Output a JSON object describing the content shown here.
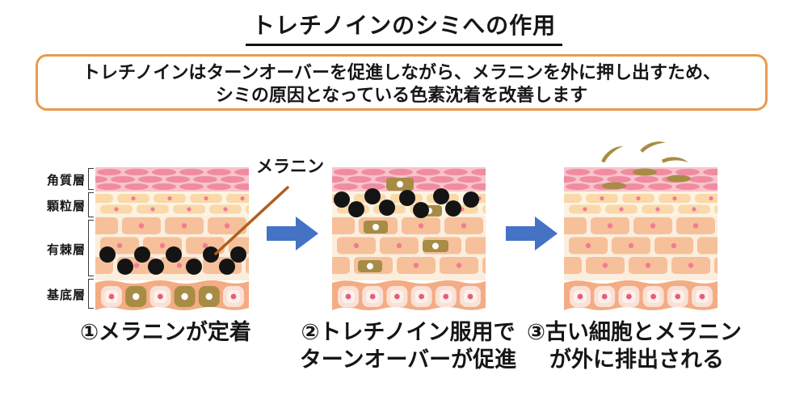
{
  "title": "トレチノインのシミへの作用",
  "info_box": {
    "line1": "トレチノインはターンオーバーを促進しながら、メラニンを外に押し出すため、",
    "line2": "シミの原因となっている色素沈着を改善します"
  },
  "layers": [
    "角質層",
    "顆粒層",
    "有棘層",
    "基底層"
  ],
  "melanin_label": "メラニン",
  "captions": [
    {
      "lines": [
        "①メラニンが定着"
      ]
    },
    {
      "lines": [
        "②トレチノイン服用で",
        "ターンオーバーが促進"
      ]
    },
    {
      "lines": [
        "③古い細胞とメラニン",
        "が外に排出される"
      ]
    }
  ],
  "colors": {
    "box_border": "#E89B4E",
    "arrow": "#4472C4",
    "pointer": "#B05E1E",
    "text": "#161616",
    "corneum_bg": "#F8C3CC",
    "corneum_cell": "#EF8CA0",
    "granular_bg": "#FCF3E2",
    "granular_cell": "#FAD8A9",
    "spinous_bg": "#FBEEDD",
    "spinous_cell": "#F6C09A",
    "nucleus": "#F07D92",
    "basal_bg": "#F3AC84",
    "basal_cell_outer": "#FAE0D5",
    "basal_cell_inner": "#FDF1EA",
    "basal_nucleus": "#E85C7D",
    "old_cell": "#A78C45",
    "melanin": "#141414"
  },
  "melanin_radius": 10,
  "panels": [
    {
      "name": "melanin-fixed-in-basal",
      "melanin_dots": [
        [
          15,
          108
        ],
        [
          58,
          108
        ],
        [
          97,
          108
        ],
        [
          143,
          108
        ],
        [
          177,
          108
        ],
        [
          37,
          123
        ],
        [
          75,
          123
        ],
        [
          122,
          123
        ],
        [
          163,
          123
        ]
      ],
      "old_cells": [],
      "basal_old_cells": [
        1,
        3,
        4
      ],
      "flakes": [],
      "embedded_flakes": []
    },
    {
      "name": "turnover-promoted-melanin-rising",
      "melanin_dots": [
        [
          12,
          40
        ],
        [
          50,
          36
        ],
        [
          93,
          38
        ],
        [
          135,
          36
        ],
        [
          172,
          40
        ],
        [
          30,
          52
        ],
        [
          68,
          50
        ],
        [
          110,
          53
        ],
        [
          150,
          51
        ]
      ],
      "old_cells": [
        [
          67,
          13,
          34,
          16
        ],
        [
          104,
          47,
          32,
          14
        ],
        [
          39,
          66,
          30,
          16
        ],
        [
          112,
          90,
          32,
          15
        ],
        [
          32,
          115,
          30,
          15
        ]
      ],
      "basal_old_cells": [],
      "flakes": [],
      "embedded_flakes": []
    },
    {
      "name": "melanin-expelled",
      "melanin_dots": [],
      "old_cells": [],
      "basal_old_cells": [],
      "flakes": [
        [
          60,
          -16,
          -22
        ],
        [
          110,
          -25,
          -4
        ],
        [
          137,
          -7,
          18
        ]
      ],
      "embedded_flakes": [
        [
          100,
          6
        ],
        [
          142,
          14
        ],
        [
          62,
          23
        ]
      ]
    }
  ]
}
